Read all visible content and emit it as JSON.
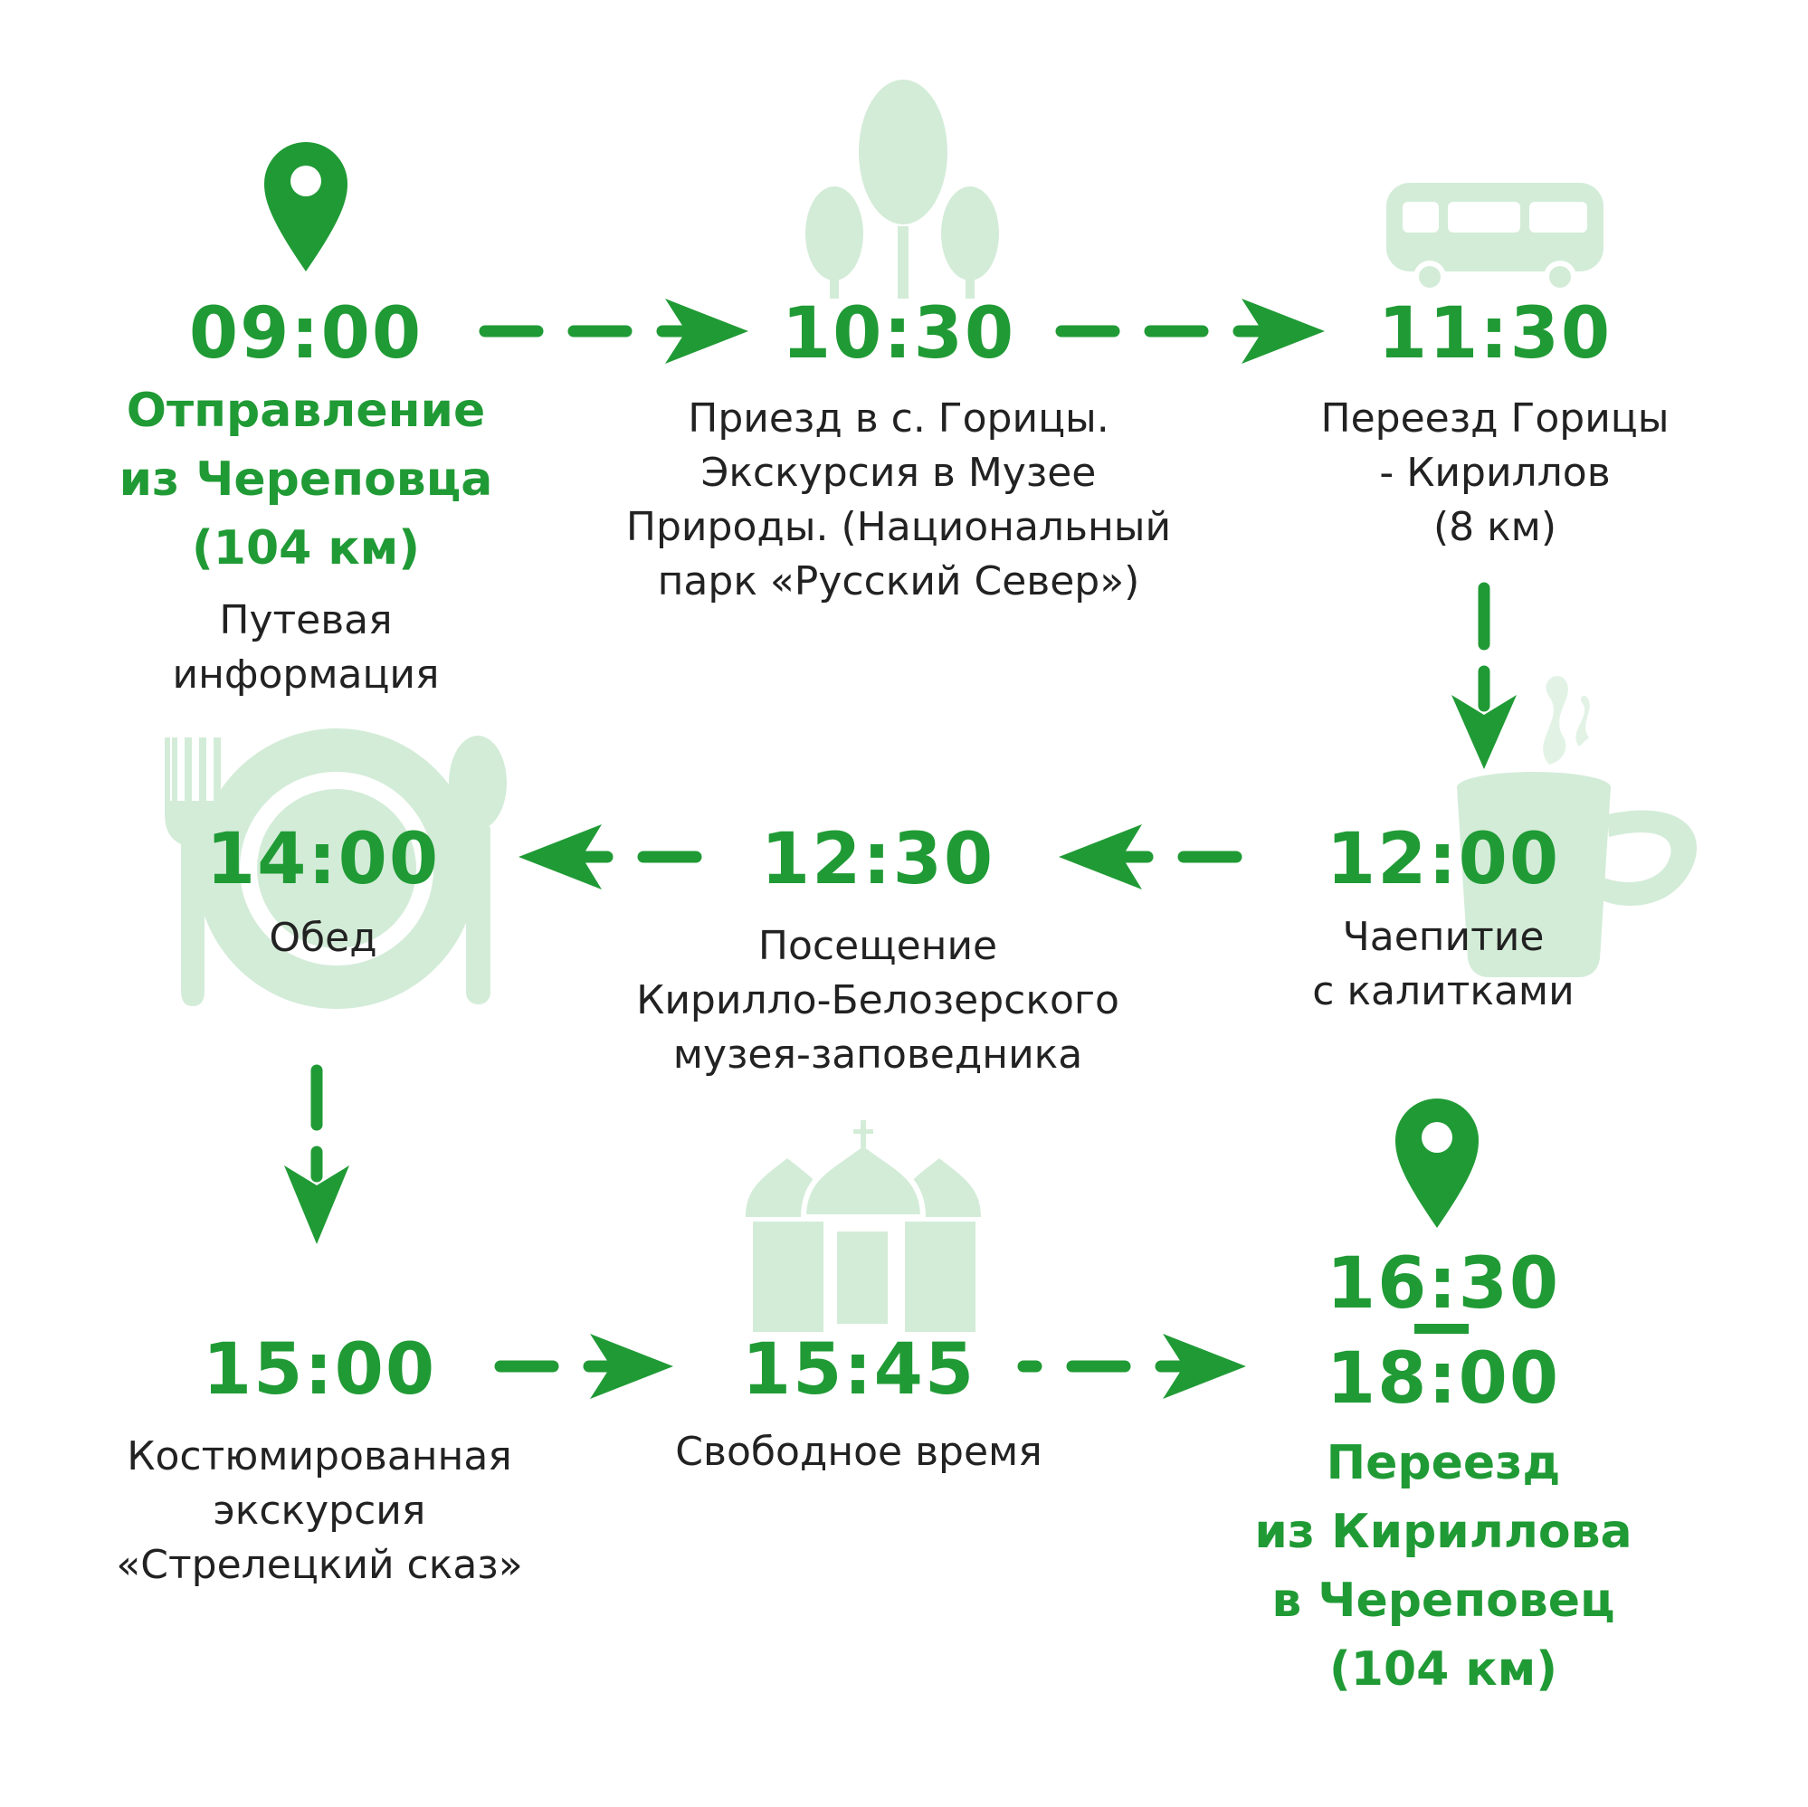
{
  "colors": {
    "accent": "#209a35",
    "light": "#d3ecd8",
    "text": "#222222"
  },
  "icons": {
    "start": "map-pin-icon",
    "forest": "tree-icon",
    "bus": "bus-icon",
    "tea": "tea-cup-icon",
    "lunch": "plate-cutlery-icon",
    "church": "church-domes-icon",
    "finish": "map-pin-icon"
  },
  "steps": {
    "depart": {
      "time": "09:00",
      "title": [
        "Отправление",
        "из Череповца",
        "(104 км)"
      ],
      "desc": [
        "Путевая",
        "информация"
      ]
    },
    "gorici": {
      "time": "10:30",
      "desc": [
        "Приезд в с. Горицы.",
        "Экскурсия в Музее",
        "Природы. (Национальный",
        "парк «Русский Север»)"
      ]
    },
    "transfer": {
      "time": "11:30",
      "desc": [
        "Переезд Горицы",
        "- Кириллов",
        "(8 км)"
      ]
    },
    "tea": {
      "time": "12:00",
      "desc": [
        "Чаепитие",
        "с калитками"
      ]
    },
    "monastery": {
      "time": "12:30",
      "desc": [
        "Посещение",
        "Кирилло-Белозерского",
        "музея-заповедника"
      ]
    },
    "lunch": {
      "time": "14:00",
      "desc": [
        "Обед"
      ]
    },
    "costume": {
      "time": "15:00",
      "desc": [
        "Костюмированная",
        "экскурсия",
        "«Стрелецкий сказ»"
      ]
    },
    "free": {
      "time": "15:45",
      "desc": [
        "Свободное время"
      ]
    },
    "return": {
      "time_start": "16:30",
      "time_end": "18:00",
      "title": [
        "Переезд",
        "из Кириллова",
        "в Череповец",
        "(104 км)"
      ]
    }
  }
}
